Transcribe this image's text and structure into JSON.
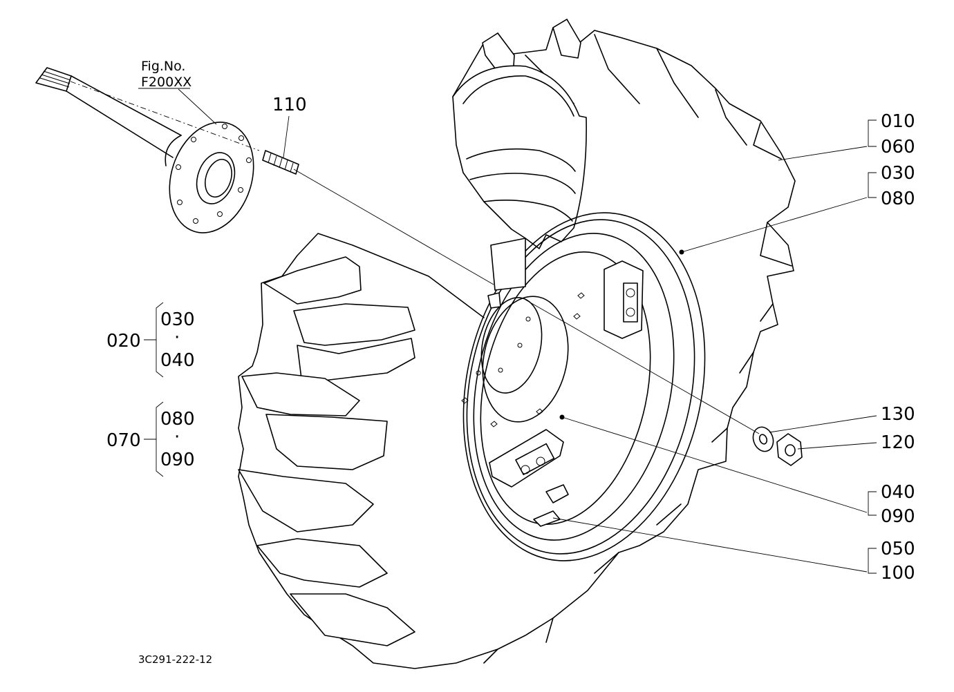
{
  "figure_ref": {
    "line1": "Fig.No.",
    "line2": "F200XX"
  },
  "drawing_code": "3C291-222-12",
  "callouts": {
    "c110": "110",
    "c010": "010",
    "c060": "060",
    "c030": "030",
    "c080": "080",
    "c130": "130",
    "c120": "120",
    "c040": "040",
    "c090": "090",
    "c050": "050",
    "c100": "100"
  },
  "groups": {
    "g020": {
      "label": "020",
      "top": "030",
      "sep": "·",
      "bottom": "040"
    },
    "g070": {
      "label": "070",
      "top": "080",
      "sep": "·",
      "bottom": "090"
    }
  }
}
